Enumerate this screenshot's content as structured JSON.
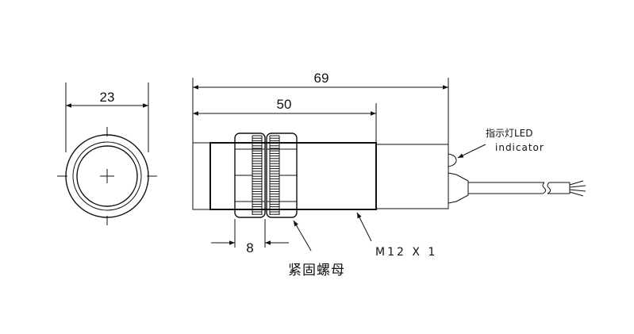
{
  "dimensions": {
    "diameter": "23",
    "total_length": "69",
    "body_length": "50",
    "nut_width": "8"
  },
  "labels": {
    "thread": "M12 X 1",
    "locking_nut": "紧固螺母",
    "indicator_cn": "指示灯LED",
    "indicator_en": "indicator"
  }
}
